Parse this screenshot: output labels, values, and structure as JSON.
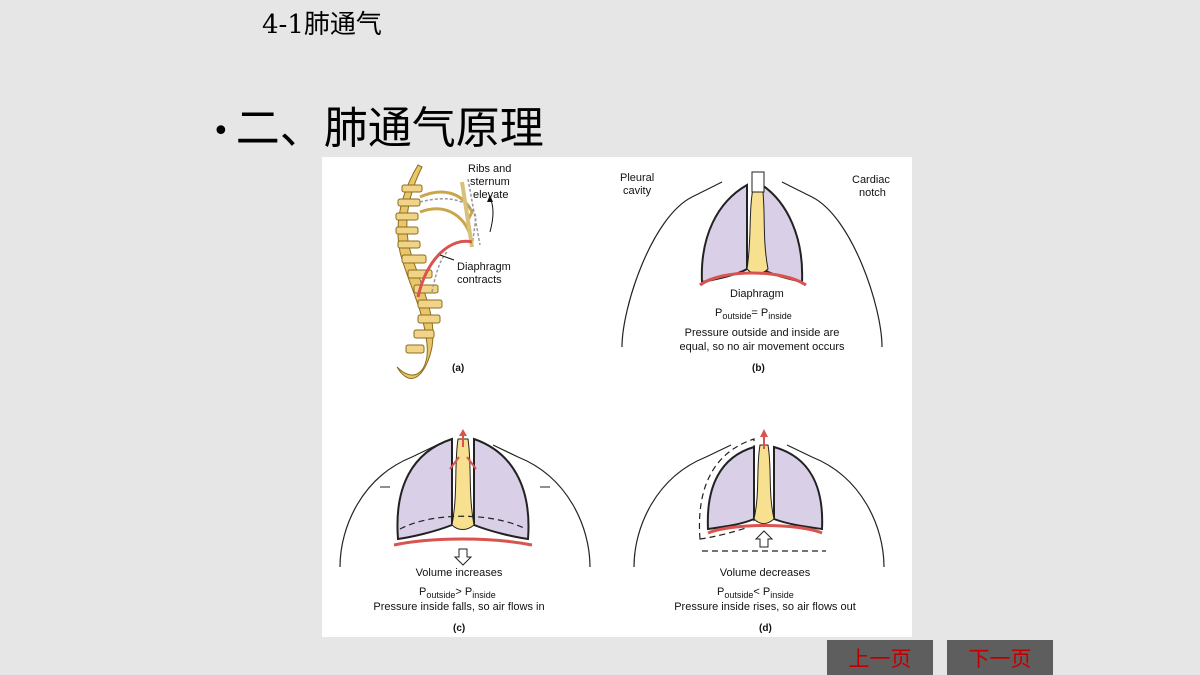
{
  "header": {
    "title": "4-1肺通气"
  },
  "bullet": {
    "dot": "•",
    "text": "二、肺通气原理"
  },
  "figure": {
    "panel_a": {
      "ribs_label": [
        "Ribs and",
        "sternum",
        "elevate"
      ],
      "diaphragm_label": [
        "Diaphragm",
        "contracts"
      ],
      "caption": "(a)"
    },
    "panel_b": {
      "pleural_label": [
        "Pleural",
        "cavity"
      ],
      "cardiac_label": [
        "Cardiac",
        "notch"
      ],
      "diaphragm_label": "Diaphragm",
      "pressure_p1": "P",
      "pressure_sub1": "outside",
      "pressure_op": "= P",
      "pressure_sub2": "inside",
      "desc": [
        "Pressure outside and inside are",
        "equal, so no air movement occurs"
      ],
      "caption": "(b)"
    },
    "panel_c": {
      "volume": "Volume increases",
      "pressure_p1": "P",
      "pressure_sub1": "outside",
      "pressure_op": "> P",
      "pressure_sub2": "inside",
      "desc": "Pressure inside falls, so air flows in",
      "caption": "(c)"
    },
    "panel_d": {
      "volume": "Volume decreases",
      "pressure_p1": "P",
      "pressure_sub1": "outside",
      "pressure_op": "< P",
      "pressure_sub2": "inside",
      "desc": "Pressure inside rises, so air flows out",
      "caption": "(d)"
    },
    "colors": {
      "lung": "#d9cfe6",
      "trachea": "#f7e08f",
      "diaphragm": "#d9534f",
      "spine": "#e9c66a"
    }
  },
  "nav": {
    "prev": "上一页",
    "next": "下一页"
  }
}
